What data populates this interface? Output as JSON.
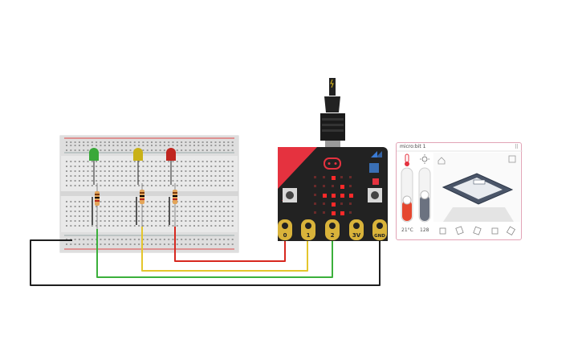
{
  "simulator": {
    "title": "micro:bit 1",
    "temperature": "21°C",
    "light": "128",
    "temperature_level": 0.4,
    "light_level": 0.5,
    "grip_icon": "grip-dots-icon"
  },
  "microbit": {
    "pins": [
      "0",
      "1",
      "2",
      "3V",
      "GND"
    ],
    "leds_on": [
      [
        2,
        0
      ],
      [
        3,
        1
      ],
      [
        1,
        2
      ],
      [
        2,
        2
      ],
      [
        3,
        2
      ],
      [
        4,
        2
      ],
      [
        2,
        3
      ],
      [
        2,
        4
      ],
      [
        3,
        4
      ]
    ],
    "usb_icon": "lightning-icon"
  },
  "breadboard": {
    "led_colors": [
      "#3aa83a",
      "#c9b117",
      "#c0251f"
    ]
  },
  "colors": {
    "wire_red": "#d7281f",
    "wire_yellow": "#e4c62c",
    "wire_green": "#3bb03b",
    "wire_black": "#1f1f1f",
    "microbit_body": "#222222",
    "microbit_accent": "#e5323f",
    "pin_gold": "#d9b33a"
  }
}
